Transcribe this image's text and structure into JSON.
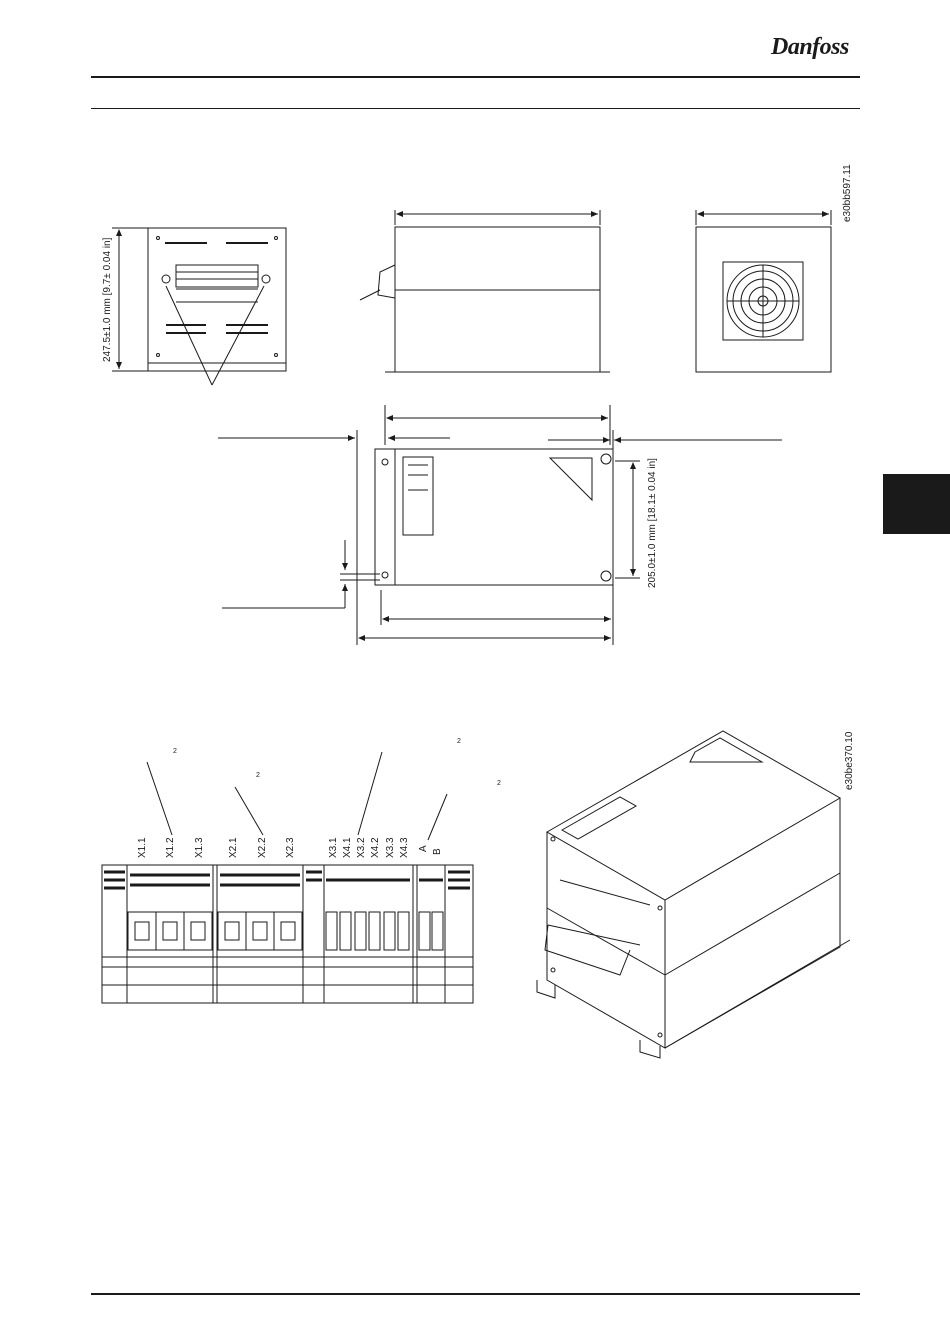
{
  "header": {
    "brand": "Danfoss"
  },
  "figure1": {
    "id_label": "e30bb597.11",
    "height_dim": "247.5±1.0 mm [9.7± 0.04 in]",
    "depth_dim": "205.0±1.0 mm [18.1± 0.04 in]"
  },
  "figure2": {
    "id_label": "e30be370.10",
    "terminals": [
      "X1.1",
      "X1.2",
      "X1.3",
      "X2.1",
      "X2.2",
      "X2.3",
      "X3.1",
      "X4.1",
      "X3.2",
      "X4.2",
      "X3.3",
      "X4.3",
      "A",
      "B"
    ],
    "superscripts": [
      "2",
      "2",
      "2",
      "2"
    ]
  }
}
